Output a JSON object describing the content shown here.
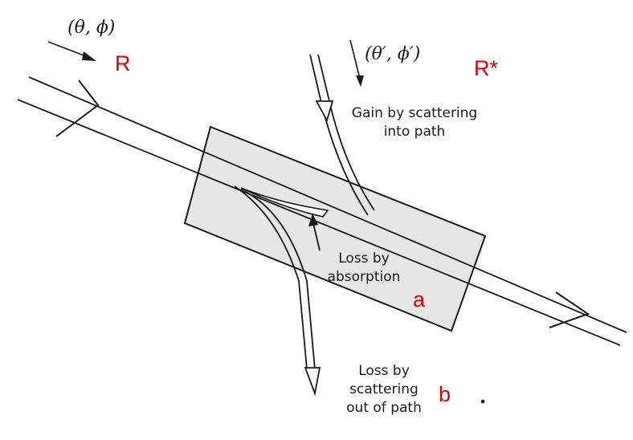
{
  "labels": {
    "incident_angle": "(θ, ϕ)",
    "scatter_angle": "(θ′, ϕ′)",
    "gain_line1": "Gain by scattering",
    "gain_line2": "into path",
    "absorb_line1": "Loss by",
    "absorb_line2": "absorption",
    "scatter_out_line1": "Loss by",
    "scatter_out_line2": "scattering",
    "scatter_out_line3": "out of path"
  },
  "annotations": {
    "R": "R",
    "R_star": "R*",
    "a": "a",
    "b": "b"
  },
  "colors": {
    "ink": "#1a1a1a",
    "box_fill": "#e6e6e6",
    "annotation": "#e00000"
  }
}
